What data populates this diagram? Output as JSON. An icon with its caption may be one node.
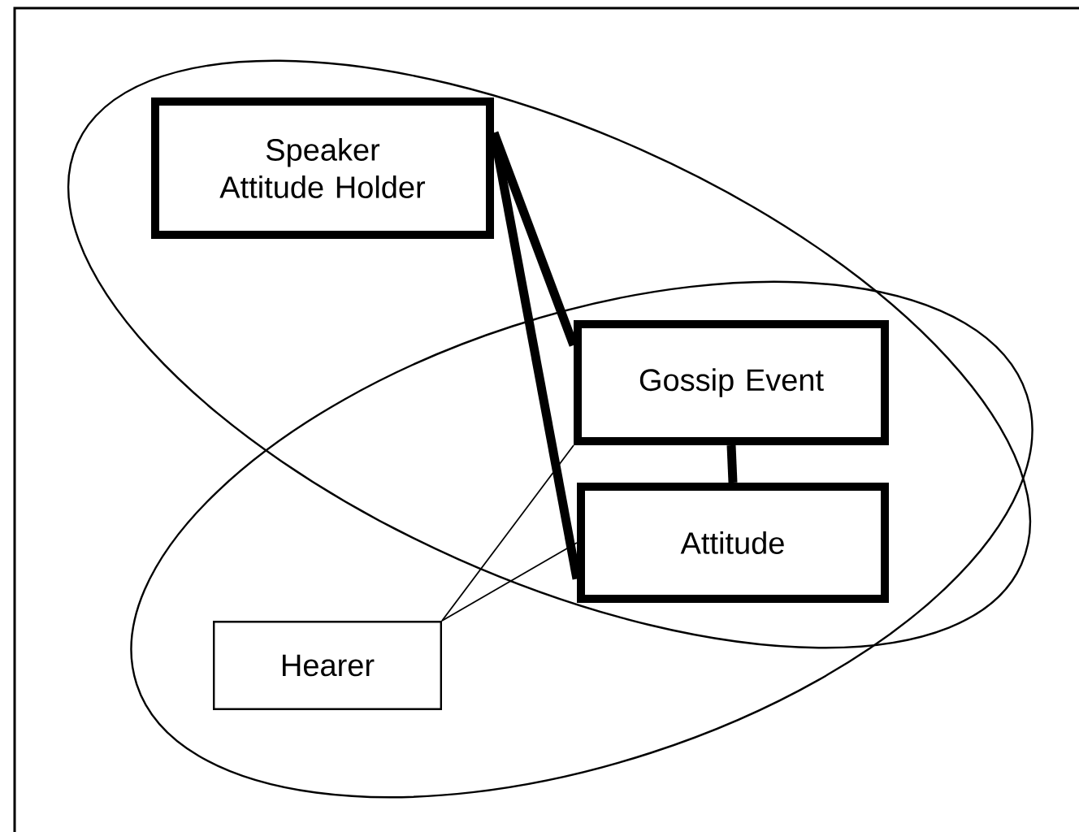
{
  "diagram": {
    "nodes": [
      {
        "text": [
          "Speaker Attitude Holder"
        ]
      },
      {
        "text": [
          "Gossip Event"
        ]
      },
      {
        "text": [
          "Attitude"
        ]
      },
      {
        "text": [
          "Hearer"
        ]
      }
    ],
    "edges": [
      {
        "from": 0,
        "to": 1,
        "arrow": "none"
      },
      {
        "from": 0,
        "to": 2,
        "arrow": "none"
      },
      {
        "from": 1,
        "to": 2,
        "arrow": "none"
      },
      {
        "from": 3,
        "to": 1,
        "arrow": "none"
      },
      {
        "from": 3,
        "to": 2,
        "arrow": "none"
      }
    ]
  }
}
